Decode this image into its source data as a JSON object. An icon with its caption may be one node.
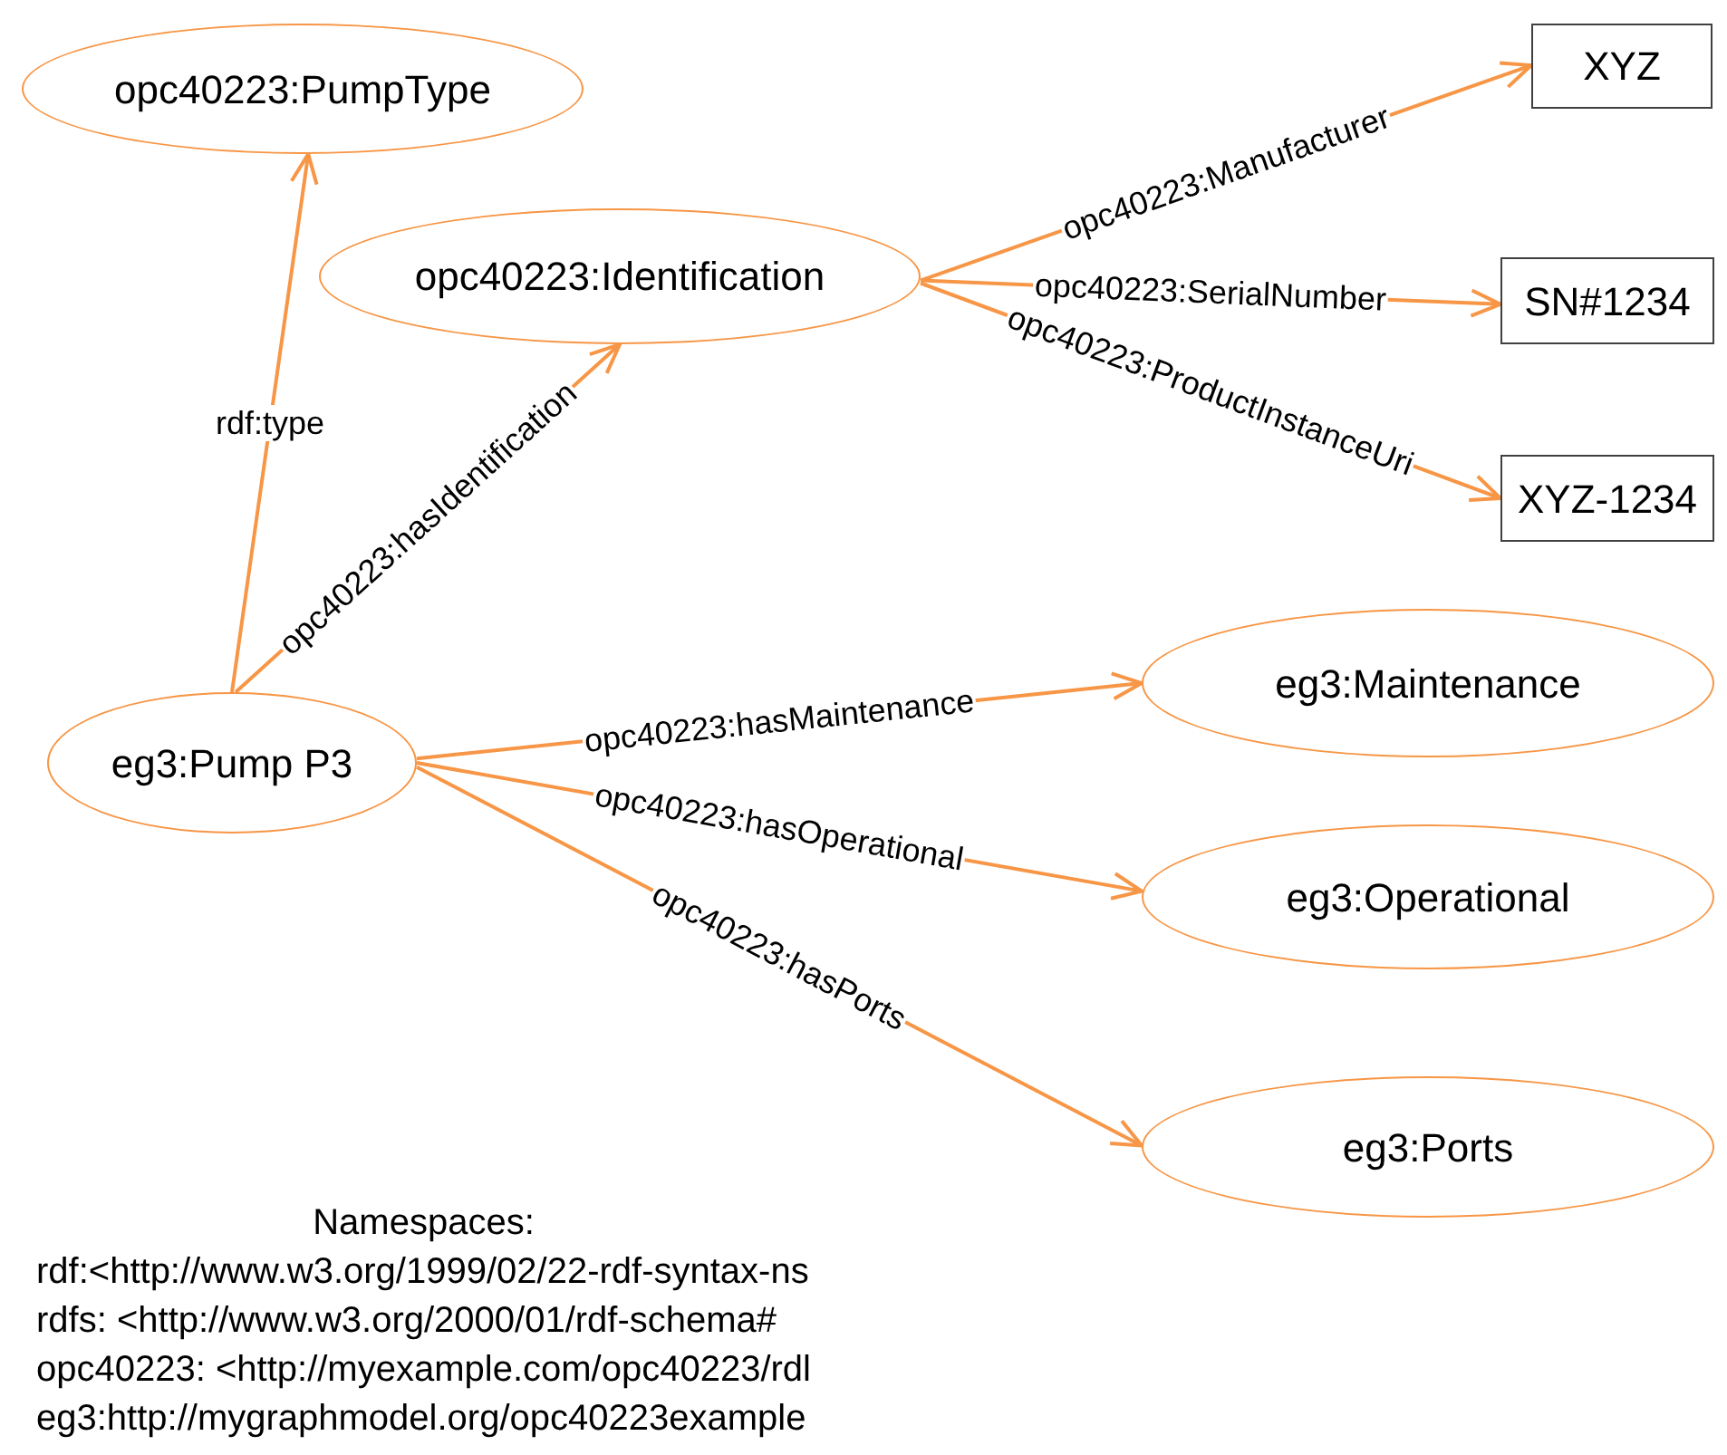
{
  "diagram": {
    "nodes": [
      {
        "text": [
          "opc40223:PumpType"
        ]
      },
      {
        "text": [
          "opc40223:Identification"
        ]
      },
      {
        "text": [
          "XYZ"
        ]
      },
      {
        "text": [
          "SN#1234"
        ]
      },
      {
        "text": [
          "XYZ-1234"
        ]
      },
      {
        "text": [
          "eg3:Pump P3"
        ]
      },
      {
        "text": [
          "eg3:Maintenance"
        ]
      },
      {
        "text": [
          "eg3:Operational"
        ]
      },
      {
        "text": [
          "eg3:Ports"
        ]
      }
    ],
    "edges": [
      {
        "from": 5,
        "to": 0,
        "arrow": "to",
        "label": "rdf:type"
      },
      {
        "from": 5,
        "to": 1,
        "arrow": "to",
        "label": "opc40223:hasIdentification"
      },
      {
        "from": 1,
        "to": 2,
        "arrow": "to",
        "label": "opc40223:Manufacturer"
      },
      {
        "from": 1,
        "to": 3,
        "arrow": "to",
        "label": "opc40223:SerialNumber"
      },
      {
        "from": 1,
        "to": 4,
        "arrow": "to",
        "label": "opc40223:ProductInstanceUri"
      },
      {
        "from": 5,
        "to": 6,
        "arrow": "to",
        "label": "opc40223:hasMaintenance"
      },
      {
        "from": 5,
        "to": 7,
        "arrow": "to",
        "label": "opc40223:hasOperational"
      },
      {
        "from": 5,
        "to": 8,
        "arrow": "to",
        "label": "opc40223:hasPorts"
      }
    ],
    "labels": [
      "Namespaces:",
      "rdf:<http://www.w3.org/1999/02/22-rdf-syntax-ns",
      "rdfs: <http://www.w3.org/2000/01/rdf-schema#",
      "opc40223: <http://myexample.com/opc40223/rdl",
      "eg3:http://mygraphmodel.org/opc40223example"
    ]
  }
}
